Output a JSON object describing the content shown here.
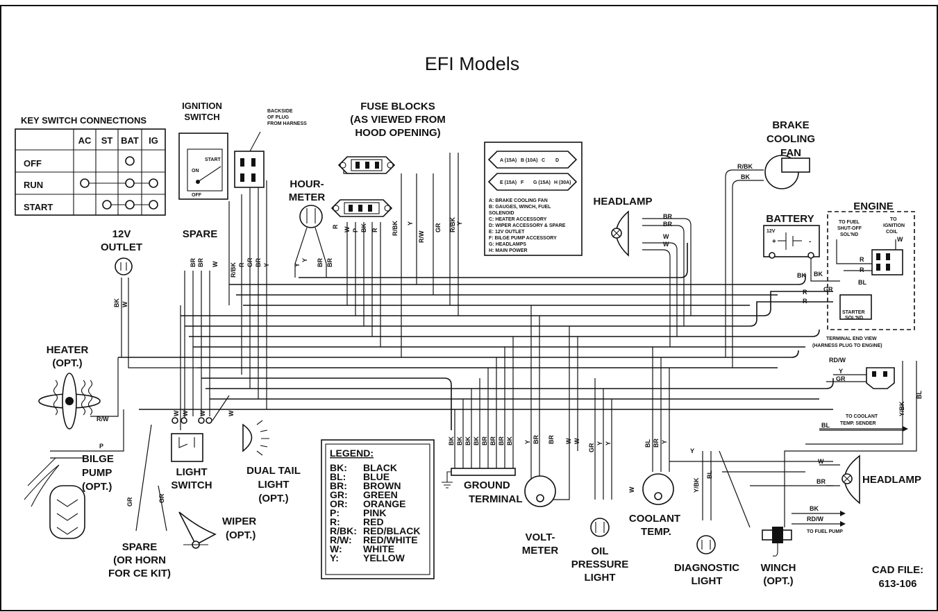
{
  "title": "EFI Models",
  "key_switch": {
    "title": "KEY SWITCH CONNECTIONS",
    "columns": [
      "AC",
      "ST",
      "BAT",
      "IG"
    ],
    "rows": [
      "OFF",
      "RUN",
      "START"
    ]
  },
  "ignition": {
    "title_line1": "IGNITION",
    "title_line2": "SWITCH",
    "start": "START",
    "on": "ON",
    "off": "OFF",
    "note_line1": "BACKSIDE",
    "note_line2": "OF PLUG",
    "note_line3": "FROM HARNESS"
  },
  "fuse": {
    "title_line1": "FUSE BLOCKS",
    "title_line2": "(AS VIEWED FROM",
    "title_line3": "HOOD OPENING)",
    "panel_row1": [
      "A (15A)",
      "B (10A)",
      "C",
      "D"
    ],
    "panel_row2": [
      "E (15A)",
      "F",
      "G (15A)",
      "H (30A)"
    ],
    "key": [
      "A: BRAKE COOLING FAN",
      "B: GAUGES, WINCH, FUEL",
      "SOLENOID",
      "C: HEATER ACCESSORY",
      "D: WIPER ACCESSORY & SPARE",
      "E: 12V OUTLET",
      "F: BILGE PUMP ACCESSORY",
      "G: HEADLAMPS",
      "H: MAIN POWER"
    ]
  },
  "hour_meter": {
    "line1": "HOUR-",
    "line2": "METER"
  },
  "brake_fan": {
    "line1": "BRAKE",
    "line2": "COOLING",
    "line3": "FAN"
  },
  "headlamp_top": "HEADLAMP",
  "headlamp_right": "HEADLAMP",
  "battery": {
    "title": "BATTERY",
    "volt": "12V",
    "plus": "+",
    "minus": "-"
  },
  "engine": {
    "title": "ENGINE",
    "fuel_line1": "TO FUEL",
    "fuel_line2": "SHUT-OFF",
    "fuel_line3": "SOL'ND",
    "ign_line1": "TO",
    "ign_line2": "IGNITION",
    "ign_line3": "COIL",
    "starter_line1": "STARTER",
    "starter_line2": "SOL'ND",
    "terminal_line1": "TERMINAL END VIEW",
    "terminal_line2": "(HARNESS PLUG TO ENGINE)"
  },
  "outlet": {
    "line1": "12V",
    "line2": "OUTLET"
  },
  "spare_top": "SPARE",
  "heater": {
    "line1": "HEATER",
    "line2": "(OPT.)"
  },
  "bilge": {
    "line1": "BILGE",
    "line2": "PUMP",
    "line3": "(OPT.)"
  },
  "light_switch": {
    "line1": "LIGHT",
    "line2": "SWITCH"
  },
  "tail_light": {
    "line1": "DUAL TAIL",
    "line2": "LIGHT",
    "line3": "(OPT.)"
  },
  "wiper": {
    "line1": "WIPER",
    "line2": "(OPT.)"
  },
  "spare_bottom": {
    "line1": "SPARE",
    "line2": "(OR HORN",
    "line3": "FOR CE KIT)"
  },
  "legend": {
    "title": "LEGEND:",
    "entries": [
      [
        "BK:",
        "BLACK"
      ],
      [
        "BL:",
        "BLUE"
      ],
      [
        "BR:",
        "BROWN"
      ],
      [
        "GR:",
        "GREEN"
      ],
      [
        "OR:",
        "ORANGE"
      ],
      [
        "P:",
        "PINK"
      ],
      [
        "R:",
        "RED"
      ],
      [
        "R/BK:",
        "RED/BLACK"
      ],
      [
        "R/W:",
        "RED/WHITE"
      ],
      [
        "W:",
        "WHITE"
      ],
      [
        "Y:",
        "YELLOW"
      ]
    ]
  },
  "ground": {
    "line1": "GROUND",
    "line2": "TERMINAL"
  },
  "voltmeter": {
    "line1": "VOLT-",
    "line2": "METER"
  },
  "oil": {
    "line1": "OIL",
    "line2": "PRESSURE",
    "line3": "LIGHT"
  },
  "coolant": {
    "line1": "COOLANT",
    "line2": "TEMP."
  },
  "diagnostic": {
    "line1": "DIAGNOSTIC",
    "line2": "LIGHT"
  },
  "winch": {
    "line1": "WINCH",
    "line2": "(OPT.)"
  },
  "coolant_sender": {
    "line1": "TO COOLANT",
    "line2": "TEMP. SENDER"
  },
  "fuel_pump": "TO FUEL PUMP",
  "cad": {
    "line1": "CAD FILE:",
    "line2": "613-106"
  },
  "wire_codes": {
    "bk": "BK",
    "bl": "BL",
    "br": "BR",
    "gr": "GR",
    "p": "P",
    "r": "R",
    "rbk": "R/BK",
    "rw": "R/W",
    "w": "W",
    "y": "Y",
    "ybk": "Y/BK",
    "rdw": "RD/W"
  }
}
